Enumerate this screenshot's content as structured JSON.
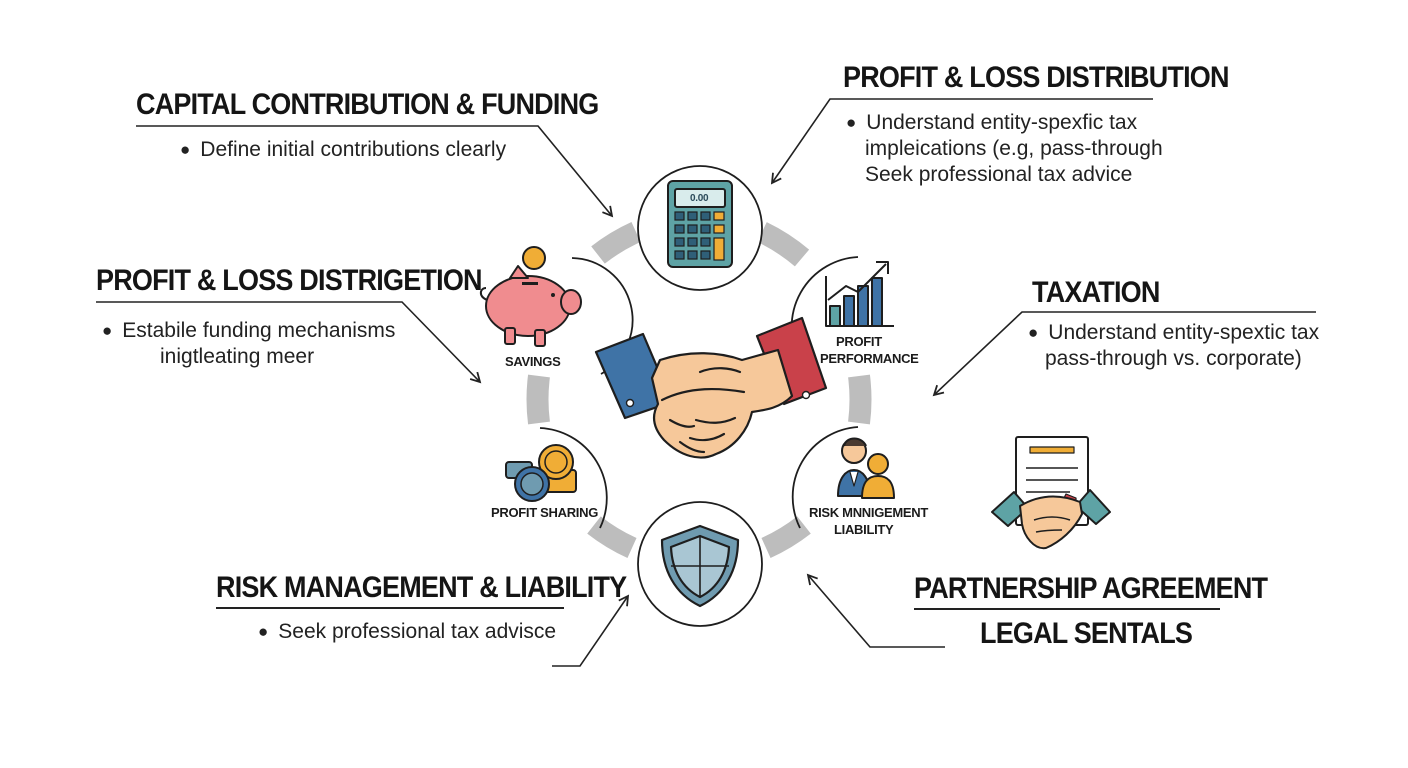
{
  "sections": {
    "capital": {
      "heading": "CAPITAL CONTRIBUTION & FUNDING",
      "bullets": [
        "Define initial contributions clearly"
      ]
    },
    "pl_distribution": {
      "heading": "PROFIT & LOSS DISTRIBUTION",
      "bullets": [
        "Understand entity-spexfic tax",
        "impleications (e.g, pass-through",
        "Seek professional tax advice"
      ]
    },
    "pl_distrigetion": {
      "heading": "PROFIT & LOSS DISTRIGETION",
      "bullets": [
        "Estabile funding mechanisms",
        "inigtleating meer"
      ]
    },
    "taxation": {
      "heading": "TAXATION",
      "bullets": [
        "Understand entity-spextic tax",
        "pass-through vs. corporate)"
      ]
    },
    "risk": {
      "heading": "RISK MANAGEMENT & LIABILITY",
      "bullets": [
        "Seek professional tax advisce"
      ]
    },
    "partnership": {
      "heading": "PARTNERSHIP AGREEMENT",
      "subheading": "LEGAL SENTALS"
    }
  },
  "hub_labels": {
    "savings": "SAVINGS",
    "profit_performance_1": "PROFIT",
    "profit_performance_2": "PERFORMANCE",
    "profit_sharing": "PROFIT SHARING",
    "risk_mgmt_1": "RISK MNNIGEMENT",
    "risk_mgmt_2": "LIABILITY"
  },
  "icons": {
    "calculator_display": "0.00",
    "center": "handshake-icon",
    "top": "calculator-icon",
    "upper_left": "piggy-bank-icon",
    "upper_right": "bar-chart-icon",
    "lower_left": "coins-icon",
    "lower_right": "people-icon",
    "bottom": "shield-icon",
    "agreement": "contract-handshake-icon"
  },
  "colors": {
    "ring": "#b9b9b9",
    "blue_sleeve": "#3f73a6",
    "red_sleeve": "#c9414a",
    "skin": "#f6c89a",
    "piggy": "#f08c8f",
    "teal": "#5ea3a5",
    "shield": "#6f9bb0",
    "gold": "#f0ad36"
  }
}
